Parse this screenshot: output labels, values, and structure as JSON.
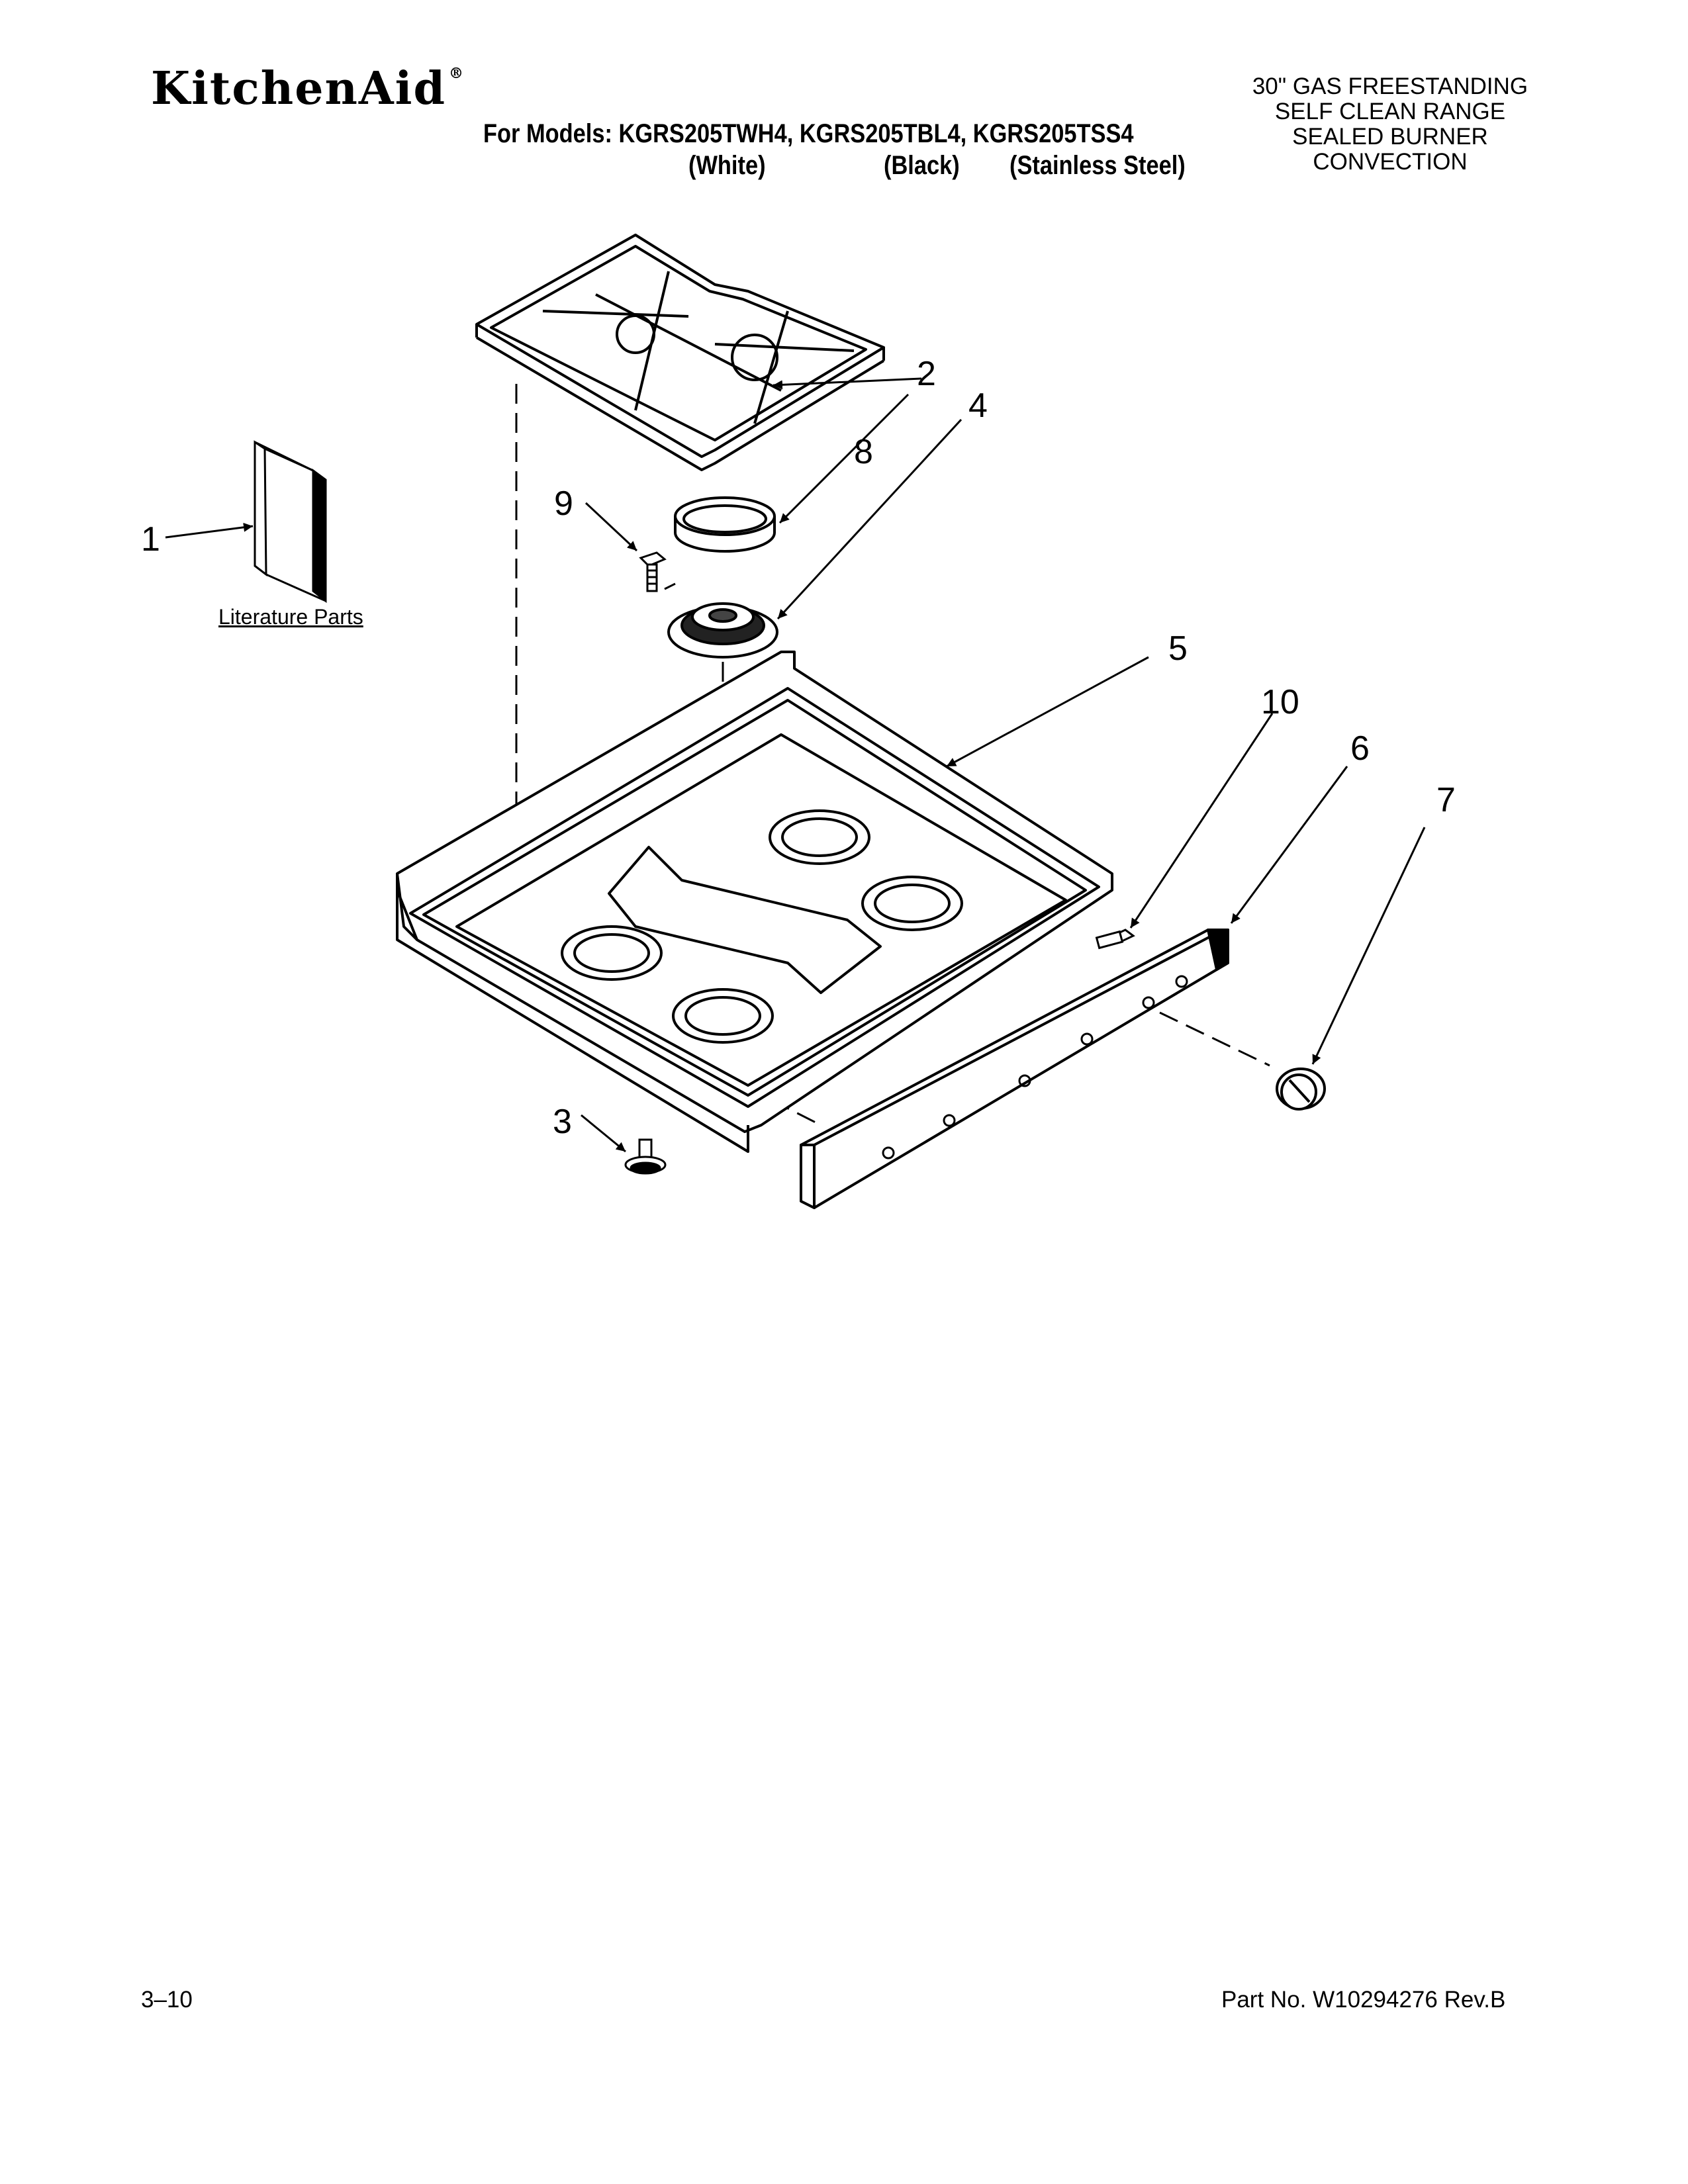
{
  "header": {
    "brand": "KitchenAid",
    "brand_mark": "®",
    "models_line": "For Models: KGRS205TWH4, KGRS205TBL4, KGRS205TSS4",
    "color_white": "(White)",
    "color_black": "(Black)",
    "color_stainless": "(Stainless Steel)",
    "description": [
      "30\" GAS FREESTANDING",
      "SELF CLEAN RANGE",
      "SEALED BURNER",
      "CONVECTION"
    ]
  },
  "diagram": {
    "literature_label": "Literature Parts",
    "callouts": [
      "1",
      "2",
      "3",
      "4",
      "5",
      "6",
      "7",
      "8",
      "9",
      "10"
    ]
  },
  "footer": {
    "page": "3–10",
    "part_number": "Part No. W10294276 Rev.B"
  }
}
